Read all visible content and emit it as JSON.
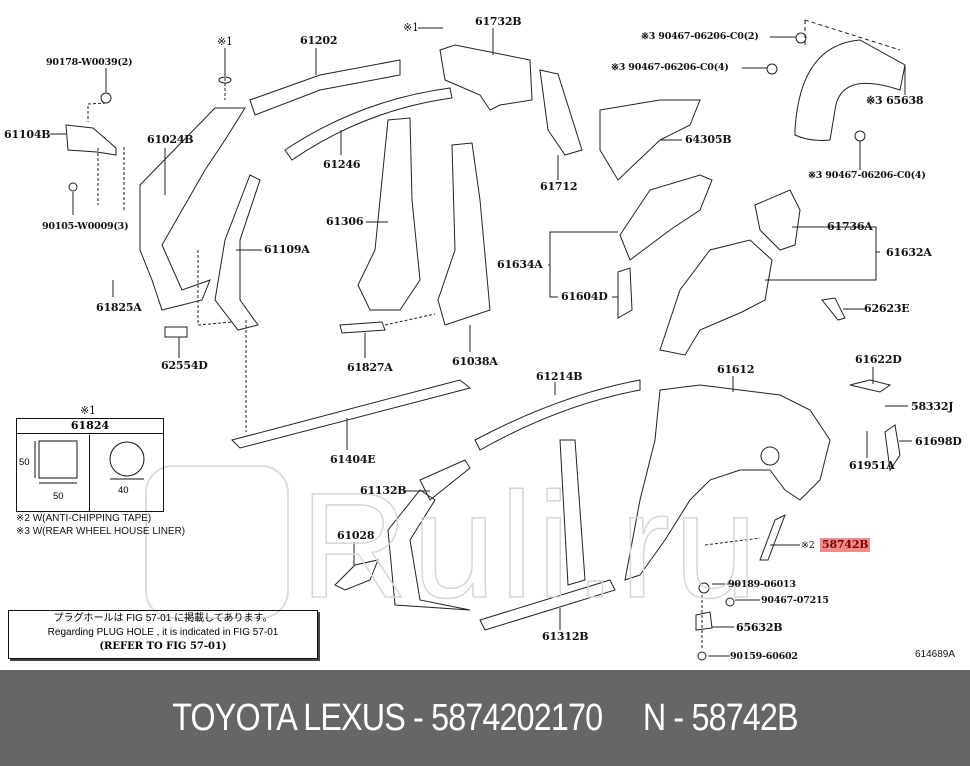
{
  "diagram": {
    "figure_id": "614689A",
    "parts": [
      {
        "id": "p_90178",
        "label": "90178-W0039(2)"
      },
      {
        "id": "p_61104B",
        "label": "61104B"
      },
      {
        "id": "p_90105",
        "label": "90105-W0009(3)"
      },
      {
        "id": "p_61825A",
        "label": "61825A"
      },
      {
        "id": "p_61024B",
        "label": "61024B"
      },
      {
        "id": "p_note1_a",
        "label": "※1"
      },
      {
        "id": "p_61202",
        "label": "61202"
      },
      {
        "id": "p_61246",
        "label": "61246"
      },
      {
        "id": "p_61109A",
        "label": "61109A"
      },
      {
        "id": "p_62554D",
        "label": "62554D"
      },
      {
        "id": "p_61306",
        "label": "61306"
      },
      {
        "id": "p_61827A",
        "label": "61827A"
      },
      {
        "id": "p_61038A",
        "label": "61038A"
      },
      {
        "id": "p_61404E",
        "label": "61404E"
      },
      {
        "id": "p_note1_b",
        "label": "※1"
      },
      {
        "id": "p_61732B",
        "label": "61732B"
      },
      {
        "id": "p_61712",
        "label": "61712"
      },
      {
        "id": "p_64305B",
        "label": "64305B"
      },
      {
        "id": "p_61634A",
        "label": "61634A"
      },
      {
        "id": "p_61604D",
        "label": "61604D"
      },
      {
        "id": "p_90467_2",
        "label": "※3 90467-06206-C0(2)"
      },
      {
        "id": "p_90467_4a",
        "label": "※3 90467-06206-C0(4)"
      },
      {
        "id": "p_65638",
        "label": "※3 65638"
      },
      {
        "id": "p_90467_4b",
        "label": "※3 90467-06206-C0(4)"
      },
      {
        "id": "p_61736A",
        "label": "61736A"
      },
      {
        "id": "p_61632A",
        "label": "61632A"
      },
      {
        "id": "p_62623E",
        "label": "62623E"
      },
      {
        "id": "p_61612",
        "label": "61612"
      },
      {
        "id": "p_61622D",
        "label": "61622D"
      },
      {
        "id": "p_58332J",
        "label": "58332J"
      },
      {
        "id": "p_61698D",
        "label": "61698D"
      },
      {
        "id": "p_61951A",
        "label": "61951A"
      },
      {
        "id": "p_61214B",
        "label": "61214B"
      },
      {
        "id": "p_61132B",
        "label": "61132B"
      },
      {
        "id": "p_61028",
        "label": "61028"
      },
      {
        "id": "p_61312B",
        "label": "61312B"
      },
      {
        "id": "p_note2",
        "label": "※2"
      },
      {
        "id": "p_58742B",
        "label": "58742B",
        "highlighted": true,
        "highlight_color": "#f58a8a"
      },
      {
        "id": "p_90189",
        "label": "90189-06013"
      },
      {
        "id": "p_90467_07215",
        "label": "90467-07215"
      },
      {
        "id": "p_65632B",
        "label": "65632B"
      },
      {
        "id": "p_90159",
        "label": "90159-60602"
      }
    ],
    "dimension_table": {
      "mark": "※1",
      "part": "61824",
      "square_h": "50",
      "square_w": "50",
      "circle_d": "40"
    },
    "notes": [
      "※2 W(ANTI-CHIPPING TAPE)",
      "※3 W(REAR WHEEL HOUSE LINER)"
    ],
    "plug_hole_box": {
      "line_jp": "プラグホールは FIG 57-01 に掲載してあります。",
      "line_en": "Regarding  PLUG  HOLE , it is indicated in FIG  57-01",
      "line_ref": "(REFER TO FIG 57-01)"
    },
    "watermark_text": "Ruli.ru"
  },
  "banner": {
    "text": "TOYOTA LEXUS - 5874202170     N - 58742B",
    "background": "#666666"
  }
}
